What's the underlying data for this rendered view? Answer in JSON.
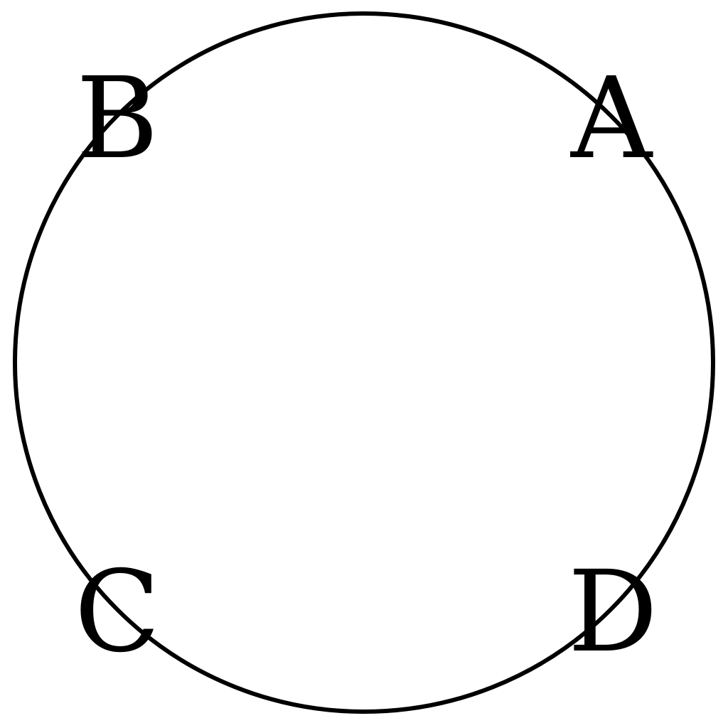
{
  "diagram": {
    "colors": {
      "stroke": "#000000",
      "background": "#ffffff"
    },
    "labels": {
      "a": "A",
      "b": "B",
      "c": "C",
      "d": "D"
    }
  }
}
